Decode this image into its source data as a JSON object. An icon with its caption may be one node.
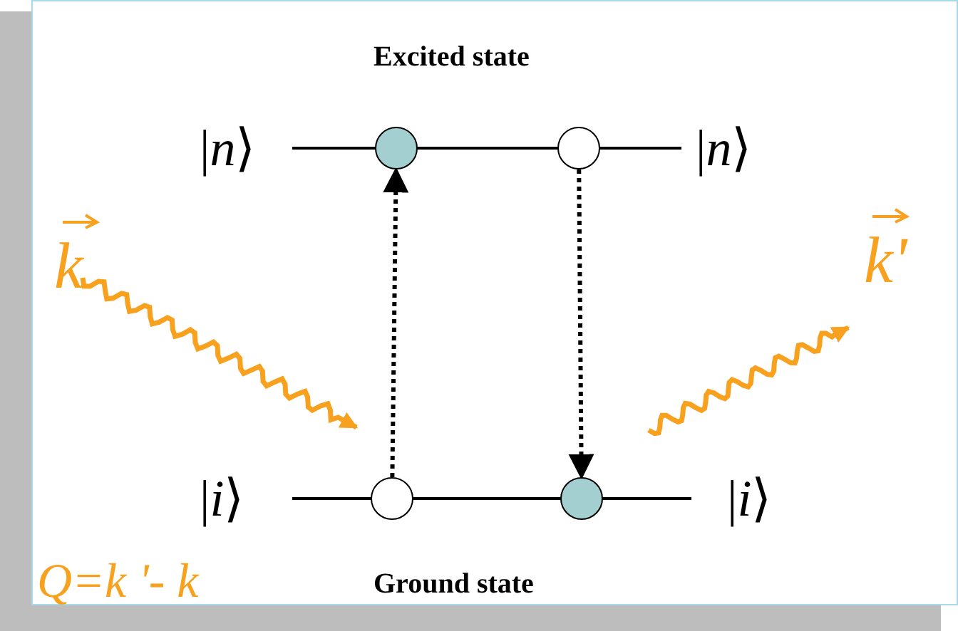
{
  "diagram": {
    "nodes": [
      {
        "text": [],
        "shape": "circle"
      },
      {
        "text": [],
        "shape": "circle"
      },
      {
        "text": [],
        "shape": "circle"
      },
      {
        "text": [],
        "shape": "circle"
      },
      {
        "text": [
          "k"
        ]
      },
      {
        "text": [
          "k'"
        ]
      }
    ],
    "edges": [
      {
        "from": 2,
        "to": 0,
        "arrow": "to",
        "style": "dashed"
      },
      {
        "from": 1,
        "to": 3,
        "arrow": "to",
        "style": "dashed"
      },
      {
        "from": 4,
        "to": 2,
        "arrow": "to",
        "color": "#f7a11f"
      },
      {
        "from": 3,
        "to": 5,
        "arrow": "to",
        "color": "#f7a11f"
      }
    ],
    "labels": [
      "Excited state",
      "|*n*⟩",
      "|*n*⟩",
      "|*i*⟩",
      "|*i*⟩",
      "Q=k '- k",
      "Ground state"
    ]
  }
}
